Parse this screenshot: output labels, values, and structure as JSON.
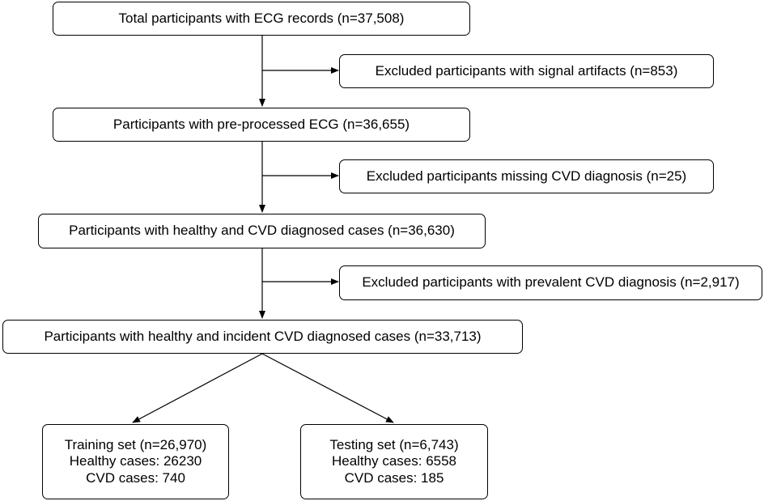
{
  "boxes": {
    "total": "Total participants with ECG records (n=37,508)",
    "excluded_artifacts": "Excluded participants with signal artifacts (n=853)",
    "preprocessed": "Participants with pre-processed ECG (n=36,655)",
    "excluded_missing": "Excluded participants missing CVD diagnosis (n=25)",
    "healthy_cvd": "Participants with healthy and CVD diagnosed cases (n=36,630)",
    "excluded_prevalent": "Excluded participants with prevalent CVD diagnosis (n=2,917)",
    "incident": "Participants with healthy and incident CVD diagnosed cases (n=33,713)",
    "training": {
      "title": "Training set (n=26,970)",
      "healthy": "Healthy cases: 26230",
      "cvd": "CVD cases: 740"
    },
    "testing": {
      "title": "Testing set (n=6,743)",
      "healthy": "Healthy cases: 6558",
      "cvd": "CVD cases: 185"
    }
  }
}
